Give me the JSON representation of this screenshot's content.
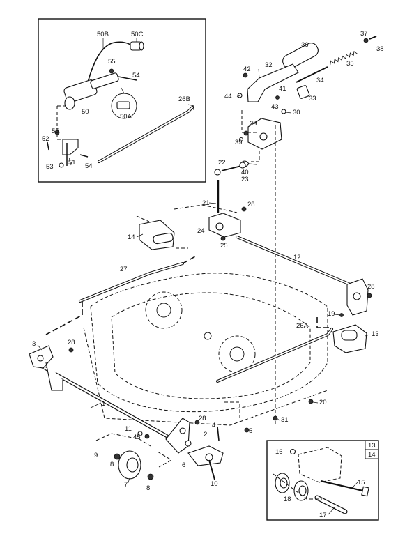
{
  "labels": {
    "p1": "1",
    "p2": "2",
    "p3": "3",
    "p4": "4",
    "p5": "5",
    "p6": "6",
    "p7": "7",
    "p8a": "8",
    "p8b": "8",
    "p9": "9",
    "p10": "10",
    "p11": "11",
    "p12": "12",
    "p13": "13",
    "p14": "14",
    "p15": "15",
    "p16": "16",
    "p17": "17",
    "p18": "18",
    "p19": "19",
    "p20": "20",
    "p21": "21",
    "p22": "22",
    "p23": "23",
    "p24": "24",
    "p25": "25",
    "p26a": "26A",
    "p26b": "26B",
    "p27": "27",
    "p28a": "28",
    "p28b": "28",
    "p28c": "28",
    "p28d": "28",
    "p29": "29",
    "p30": "30",
    "p31": "31",
    "p32": "32",
    "p33": "33",
    "p34": "34",
    "p35": "35",
    "p36": "36",
    "p37": "37",
    "p38": "38",
    "p39": "39",
    "p40": "40",
    "p41": "41",
    "p42": "42",
    "p43": "43",
    "p44": "44",
    "p45": "45",
    "p50": "50",
    "p50a": "50A",
    "p50b": "50B",
    "p50c": "50C",
    "p51": "51",
    "p52": "52",
    "p53": "53",
    "p54a": "54",
    "p54b": "54",
    "p55a": "55",
    "p55b": "55"
  },
  "inset_box": {
    "ref_top": "13",
    "ref_bottom": "14"
  },
  "colors": {
    "line": "#111111",
    "background": "#ffffff"
  }
}
